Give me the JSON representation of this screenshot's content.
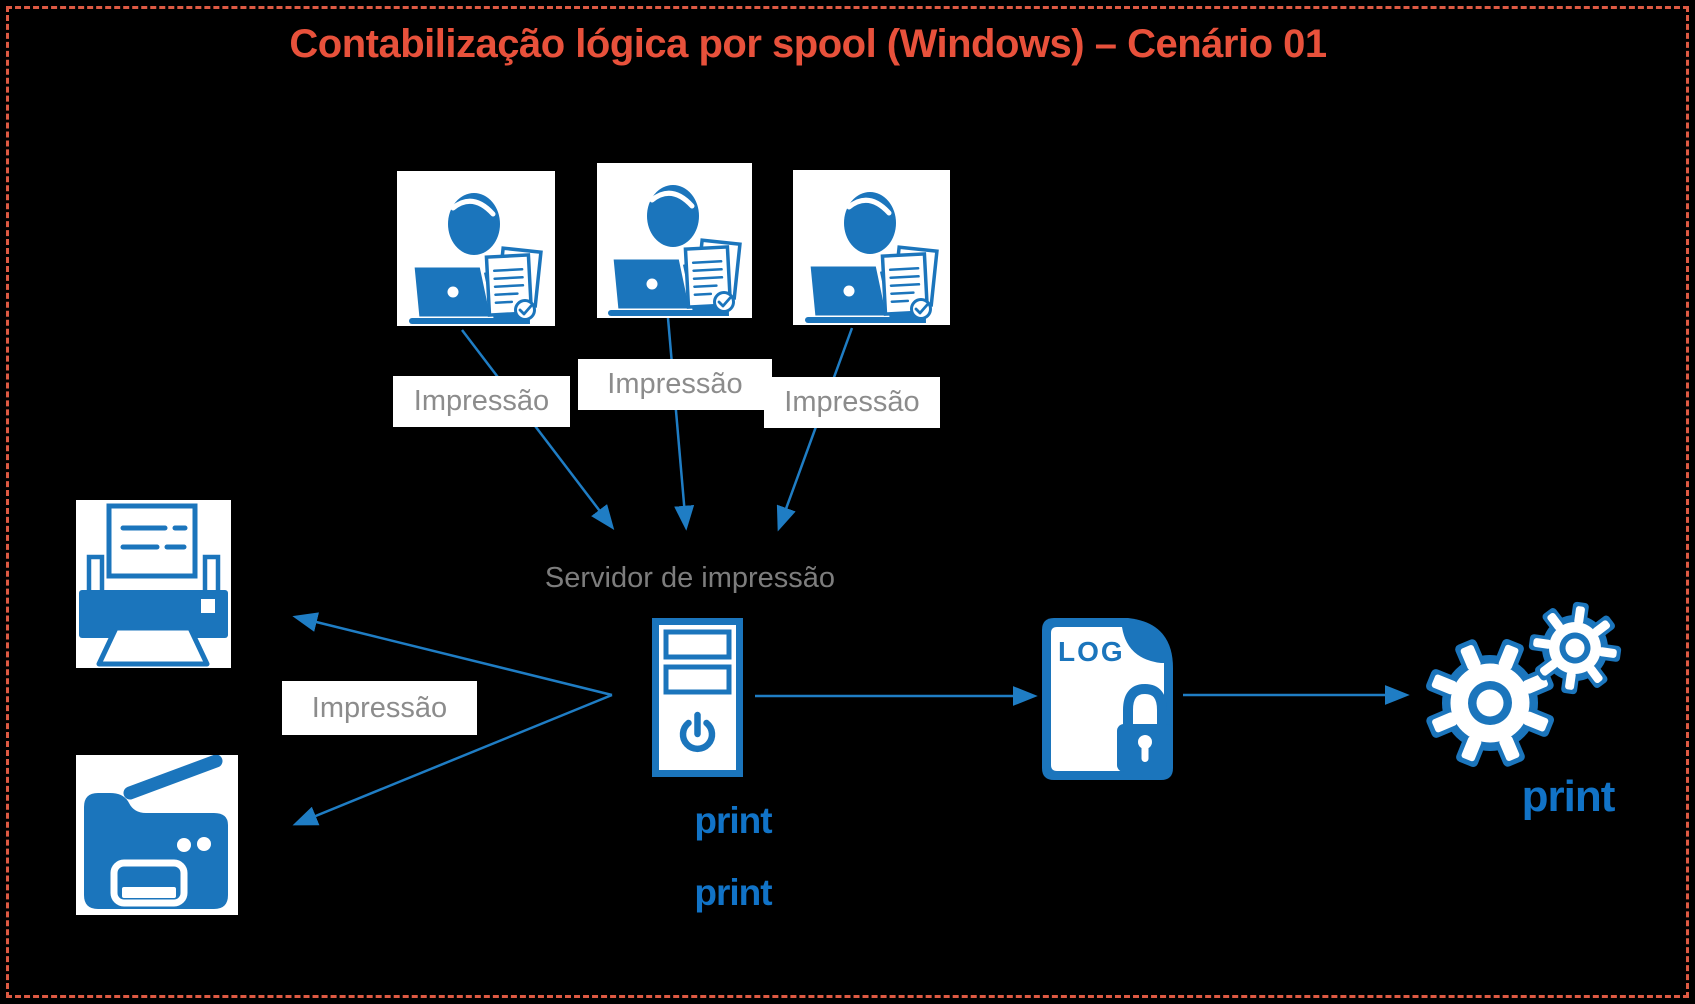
{
  "title": "Contabilização lógica por spool (Windows) – Cenário 01",
  "colors": {
    "background": "#000000",
    "accent_red_title": "#E8513B",
    "dashed_border_red": "#DE5A43",
    "icon_blue": "#1B75BC",
    "arrow_blue": "#1F7DC4",
    "label_gray": "#8C8C8C",
    "server_label_gray": "#7D7D7D",
    "print_logo_blue": "#1173C7",
    "panel_white": "#FFFFFF"
  },
  "diagram": {
    "labels": {
      "impressao": [
        "Impressão",
        "Impressão",
        "Impressão",
        "Impressão"
      ],
      "server": "Servidor de impressão",
      "log": "LOG",
      "print_logo": "print"
    },
    "icons": {
      "user": "user-laptop-documents-icon",
      "server": "server-tower-icon",
      "printer": "printer-icon",
      "multifunction_printer": "multifunction-printer-icon",
      "log_file": "log-file-lock-icon",
      "gears": "gears-icon"
    }
  }
}
